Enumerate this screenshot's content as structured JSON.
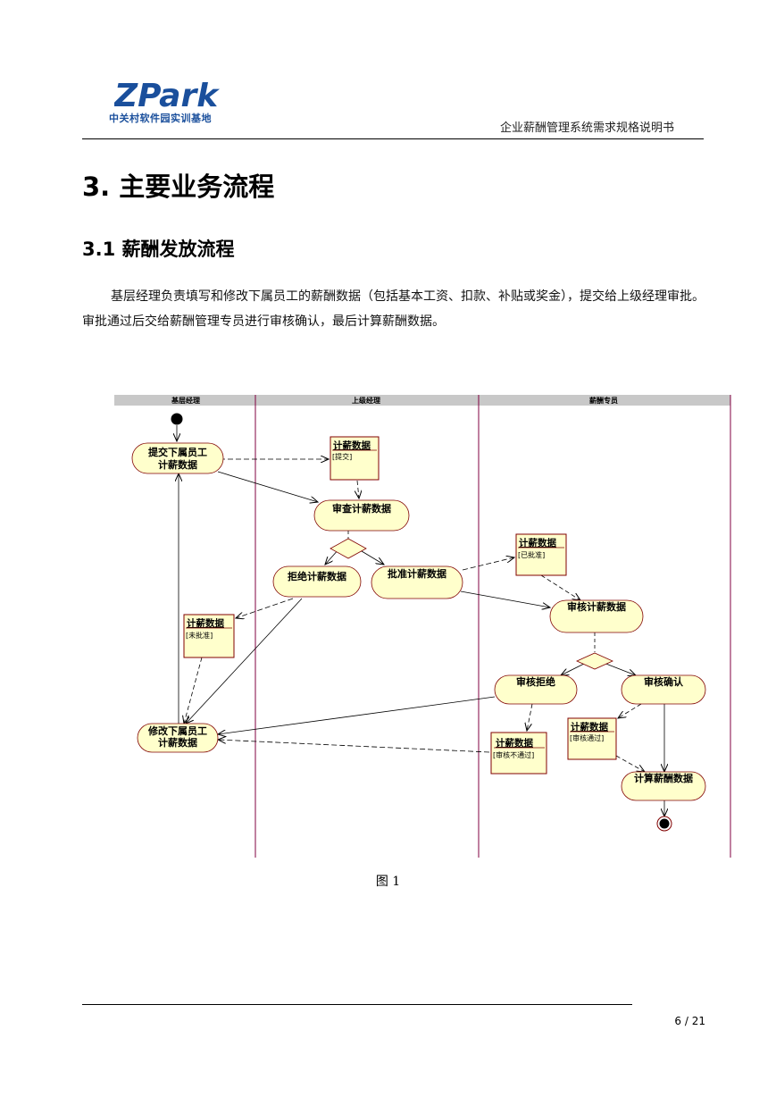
{
  "header": {
    "logo_text": "ZPark",
    "logo_subtitle": "中关村软件园实训基地",
    "doc_title": "企业薪酬管理系统需求规格说明书"
  },
  "section": {
    "h1": "3. 主要业务流程",
    "h2": "3.1 薪酬发放流程",
    "paragraph": "基层经理负责填写和修改下属员工的薪酬数据（包括基本工资、扣款、补贴或奖金），提交给上级经理审批。审批通过后交给薪酬管理专员进行审核确认，最后计算薪酬数据。"
  },
  "diagram": {
    "lanes": [
      "基层经理",
      "上级经理",
      "薪酬专员"
    ],
    "activities": {
      "submit_l1": "提交下属员工",
      "submit_l2": "计薪数据",
      "review": "审查计薪数据",
      "reject": "拒绝计薪数据",
      "approve": "批准计薪数据",
      "audit": "审核计薪数据",
      "audit_reject": "审核拒绝",
      "audit_confirm": "审核确认",
      "modify_l1": "修改下属员工",
      "modify_l2": "计薪数据",
      "compute": "计算薪酬数据"
    },
    "objects": {
      "o1_name": "计薪数据",
      "o1_state": "[提交]",
      "o2_name": "计薪数据",
      "o2_state": "[已批准]",
      "o3_name": "计薪数据",
      "o3_state": "[未批准]",
      "o4_name": "计薪数据",
      "o4_state": "[审核通过]",
      "o5_name": "计薪数据",
      "o5_state": "[审核不通过]"
    }
  },
  "caption": "图 1",
  "footer": {
    "page": "6 / 21"
  },
  "colors": {
    "activity_fill": "#ffffcc",
    "object_border": "#800000",
    "lane_line": "#800040",
    "logo_blue": "#1a4f9c"
  }
}
